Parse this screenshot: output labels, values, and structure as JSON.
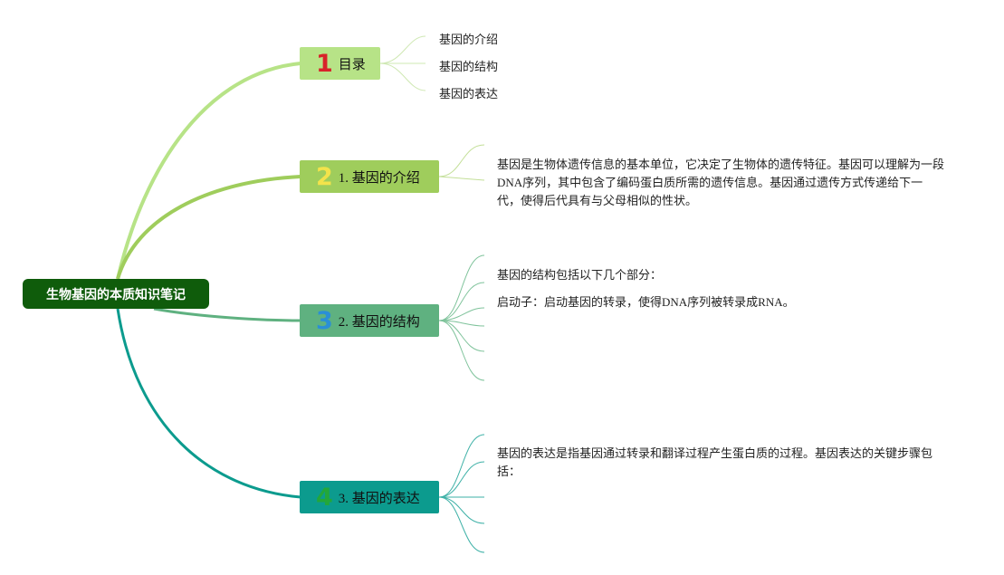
{
  "root": {
    "title": "生物基因的本质知识笔记"
  },
  "branches": [
    {
      "number": "1",
      "label": "目录",
      "color": "#b7e387",
      "number_color": "#d8232a",
      "children": [
        "基因的介绍",
        "基因的结构",
        "基因的表达"
      ]
    },
    {
      "number": "2",
      "label": "1. 基因的介绍",
      "color": "#9fcd5c",
      "number_color": "#f3e34b",
      "children": [
        "基因是生物体遗传信息的基本单位，它决定了生物体的遗传特征。基因可以理解为一段DNA序列，其中包含了编码蛋白质所需的遗传信息。基因通过遗传方式传递给下一代，使得后代具有与父母相似的性状。"
      ]
    },
    {
      "number": "3",
      "label": "2. 基因的结构",
      "color": "#5fb180",
      "number_color": "#2a8fd6",
      "children": [
        "基因的结构包括以下几个部分：",
        "启动子：启动基因的转录，使得DNA序列被转录成RNA。",
        "",
        "",
        "",
        ""
      ]
    },
    {
      "number": "4",
      "label": "3. 基因的表达",
      "color": "#0c9b8e",
      "number_color": "#23a73a",
      "children": [
        "基因的表达是指基因通过转录和翻译过程产生蛋白质的过程。基因表达的关键步骤包括：",
        "",
        "",
        "",
        ""
      ]
    }
  ]
}
